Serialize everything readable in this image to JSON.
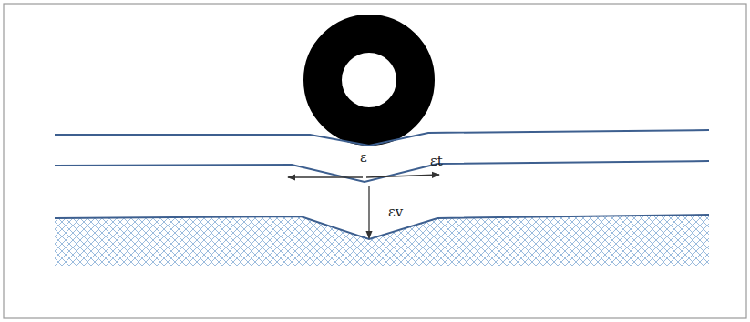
{
  "diagram": {
    "labels": [
      "ε",
      "εt",
      "εv"
    ]
  }
}
